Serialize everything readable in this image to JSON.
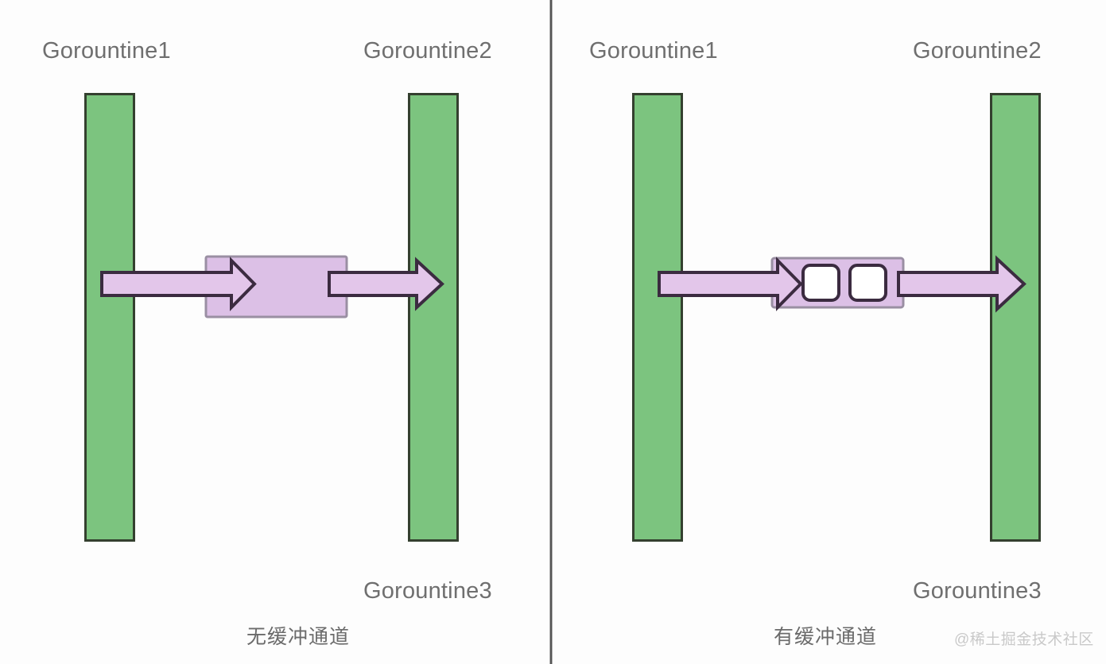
{
  "figure": {
    "background_color": "#fdfdfd",
    "divider_color": "#2b2b2b",
    "panel_count": 2
  },
  "palette": {
    "goroutine_fill": "#7cc47f",
    "goroutine_stroke": "#34402f",
    "channel_fill": "#dcc0e6",
    "channel_stroke": "#9a8fa3",
    "arrow_fill": "#e3c6ea",
    "arrow_stroke": "#3b2b40",
    "buffer_slot_fill": "#ffffff",
    "buffer_slot_stroke": "#3b2b40",
    "label_text": "#6f6f6f",
    "caption_text": "#6b6b6b",
    "watermark_text": "#c9c9c9"
  },
  "panels": [
    {
      "id": "unbuffered",
      "caption": "无缓冲通道",
      "labels": {
        "top_left": "Gorountine1",
        "top_right": "Gorountine2",
        "bottom_right": "Gorountine3"
      },
      "channel": {
        "kind": "unbuffered",
        "buffer_slots": 0
      },
      "arrows": [
        {
          "name": "send-arrow",
          "direction": "right"
        },
        {
          "name": "receive-arrow",
          "direction": "right"
        }
      ]
    },
    {
      "id": "buffered",
      "caption": "有缓冲通道",
      "labels": {
        "top_left": "Gorountine1",
        "top_right": "Gorountine2",
        "bottom_right": "Gorountine3"
      },
      "channel": {
        "kind": "buffered",
        "buffer_slots": 2
      },
      "arrows": [
        {
          "name": "send-arrow",
          "direction": "right"
        },
        {
          "name": "receive-arrow",
          "direction": "right"
        }
      ]
    }
  ],
  "watermark": "@稀土掘金技术社区"
}
